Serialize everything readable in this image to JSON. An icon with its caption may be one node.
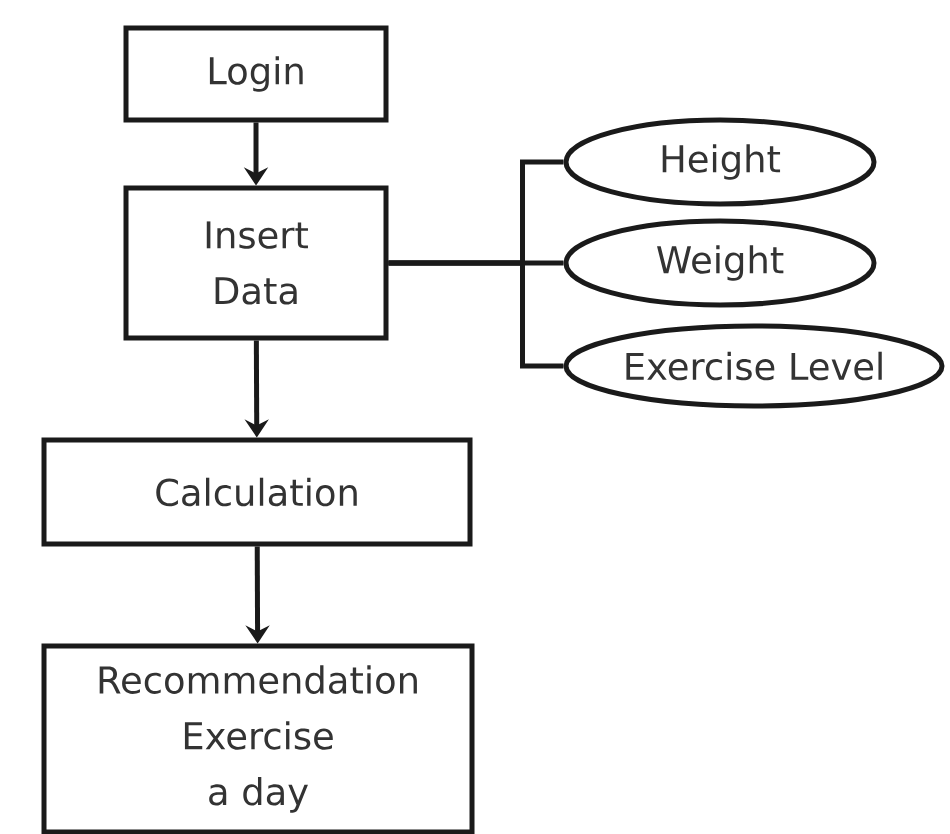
{
  "diagram": {
    "nodes": [
      {
        "text": [
          "Login"
        ]
      },
      {
        "text": [
          "Insert Data"
        ]
      },
      {
        "text": [
          "Height"
        ]
      },
      {
        "text": [
          "Weight"
        ]
      },
      {
        "text": [
          "Exercise Level"
        ]
      },
      {
        "text": [
          "Calculation"
        ]
      },
      {
        "text": [
          "Recommendation Exercise a day"
        ]
      }
    ],
    "edges": [
      {
        "from": 0,
        "to": 1,
        "arrow": "to"
      },
      {
        "from": 1,
        "to": 2,
        "arrow": "none"
      },
      {
        "from": 1,
        "to": 3,
        "arrow": "none"
      },
      {
        "from": 1,
        "to": 4,
        "arrow": "none"
      },
      {
        "from": 1,
        "to": 5,
        "arrow": "to"
      },
      {
        "from": 5,
        "to": 6,
        "arrow": "to"
      }
    ]
  }
}
